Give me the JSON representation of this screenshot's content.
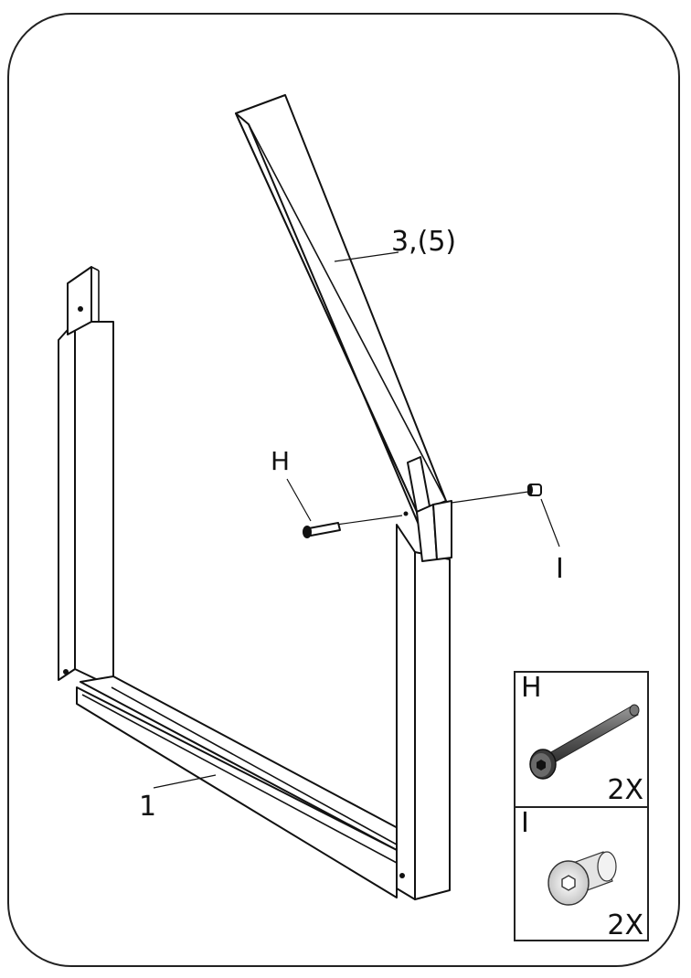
{
  "labels": {
    "part_frame": "1",
    "part_leg": "3,(5)",
    "hardware_h": "H",
    "hardware_i": "I"
  },
  "legend": {
    "h": {
      "letter": "H",
      "qty": "2X",
      "icon": "bolt-icon"
    },
    "i": {
      "letter": "I",
      "qty": "2X",
      "icon": "barrel-nut-icon"
    }
  }
}
